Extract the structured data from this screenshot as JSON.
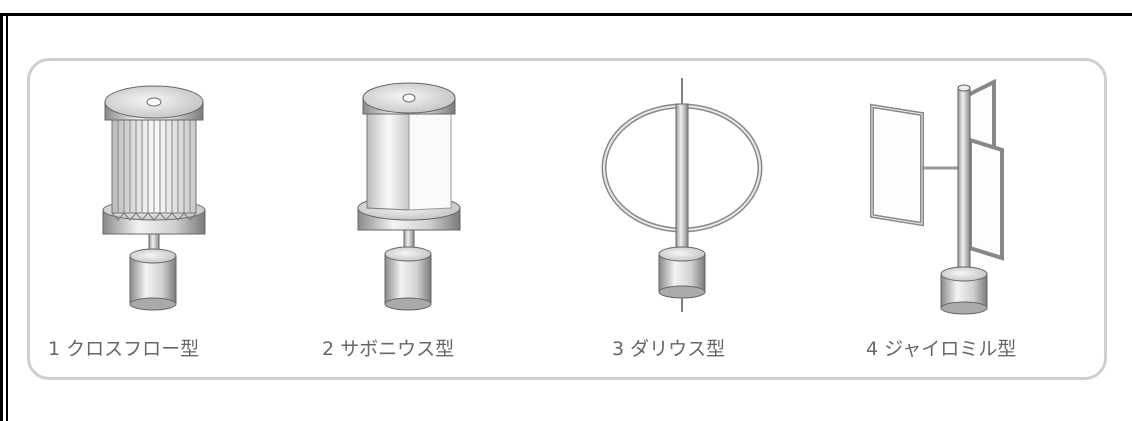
{
  "turbines": [
    {
      "num": "1",
      "label": "クロスフロー型"
    },
    {
      "num": "2",
      "label": "サボニウス型"
    },
    {
      "num": "3",
      "label": "ダリウス型"
    },
    {
      "num": "4",
      "label": "ジャイロミル型"
    }
  ],
  "colors": {
    "frame": "#000000",
    "panel_border": "#cfcfcf",
    "caption": "#666666",
    "metal_light": "#f2f2f2",
    "metal_dark": "#8a8a8a"
  }
}
